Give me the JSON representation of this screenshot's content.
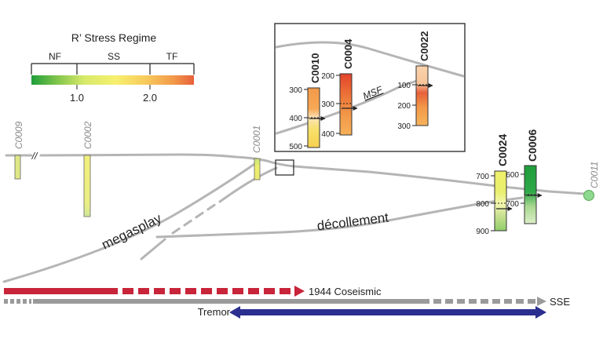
{
  "legend": {
    "title": "R’ Stress Regime",
    "regimes": [
      "NF",
      "SS",
      "TF"
    ],
    "ticks": [
      "1.0",
      "2.0"
    ],
    "colors": [
      "#1e9e3a",
      "#7cc24a",
      "#d6e96a",
      "#f7f06e",
      "#f7c65a",
      "#f29a4a",
      "#e8603a"
    ]
  },
  "sites": {
    "c0009": "C0009",
    "c0002": "C0002",
    "c0001": "C0001",
    "c0010": "C0010",
    "c0004": "C0004",
    "c0022": "C0022",
    "c0024": "C0024",
    "c0006": "C0006",
    "c0011": "C0011"
  },
  "inset": {
    "c0010_depths": [
      "300",
      "400",
      "500"
    ],
    "c0004_depths": [
      "200",
      "300",
      "400"
    ],
    "c0022_depths": [
      "100",
      "200",
      "300"
    ],
    "fault_label": "MSF"
  },
  "main_depths": {
    "c0024": [
      "700",
      "800",
      "900"
    ],
    "c0006": [
      "600",
      "700"
    ]
  },
  "labels": {
    "megasplay": "megasplay",
    "decollement": "décollement",
    "coseismic": "1944 Coseismic",
    "sse": "SSE",
    "tremor": "Tremor",
    "break_mark": "//"
  },
  "colors": {
    "coseismic": "#c8243a",
    "tremor": "#2b2f8f",
    "sse": "#9a9a9a",
    "fault_line": "#b5b5b5"
  }
}
